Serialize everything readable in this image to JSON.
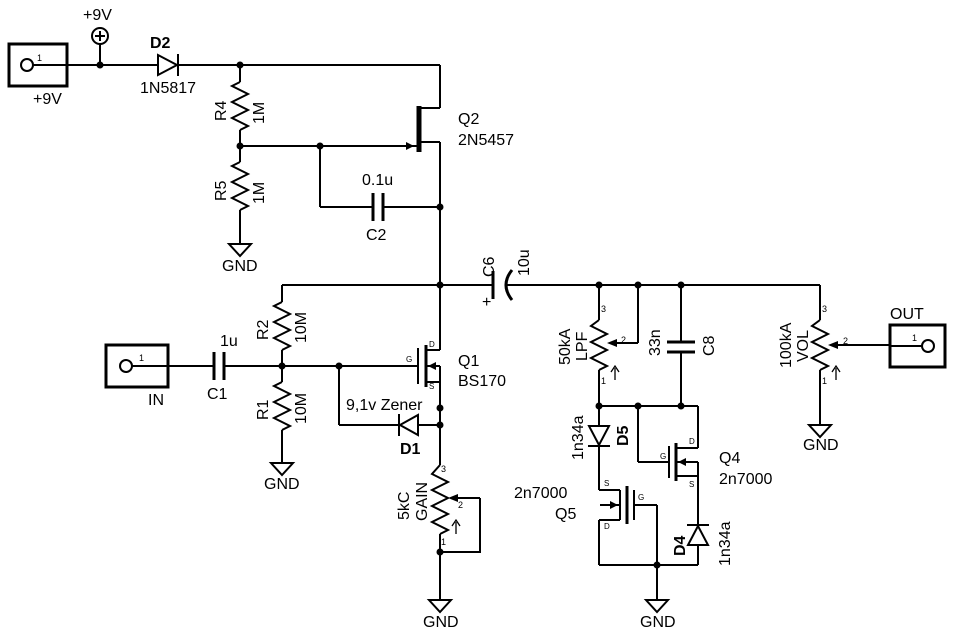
{
  "power": {
    "label": "+9V"
  },
  "connectors": {
    "pwr_in": {
      "pin": "1",
      "label": "+9V"
    },
    "sig_in": {
      "pin": "1",
      "label": "IN"
    },
    "sig_out": {
      "pin": "1",
      "label": "OUT"
    }
  },
  "components": {
    "D2": {
      "ref": "D2",
      "value": "1N5817"
    },
    "R4": {
      "ref": "R4",
      "value": "1M"
    },
    "R5": {
      "ref": "R5",
      "value": "1M"
    },
    "Q2": {
      "ref": "Q2",
      "value": "2N5457"
    },
    "C2": {
      "ref": "C2",
      "value": "0.1u"
    },
    "C6": {
      "ref": "C6",
      "value": "10u"
    },
    "C1": {
      "ref": "C1",
      "value": "1u"
    },
    "R2": {
      "ref": "R2",
      "value": "10M"
    },
    "R1": {
      "ref": "R1",
      "value": "10M"
    },
    "Q1": {
      "ref": "Q1",
      "value": "BS170"
    },
    "D1": {
      "ref": "D1",
      "value": "9,1v Zener"
    },
    "GAIN": {
      "ref": "GAIN",
      "value": "5kC"
    },
    "LPF": {
      "ref": "LPF",
      "value": "50kA"
    },
    "C8": {
      "ref": "C8",
      "value": "33n"
    },
    "VOL": {
      "ref": "VOL",
      "value": "100kA"
    },
    "D5": {
      "ref": "D5",
      "value": "1n34a"
    },
    "D4": {
      "ref": "D4",
      "value": "1n34a"
    },
    "Q4": {
      "ref": "Q4",
      "value": "2n7000"
    },
    "Q5": {
      "ref": "Q5",
      "value": "2n7000"
    }
  },
  "gnd_label": "GND",
  "pins": {
    "p1": "1",
    "p2": "2",
    "p3": "3",
    "gate": "G",
    "drain": "D",
    "source": "S"
  }
}
